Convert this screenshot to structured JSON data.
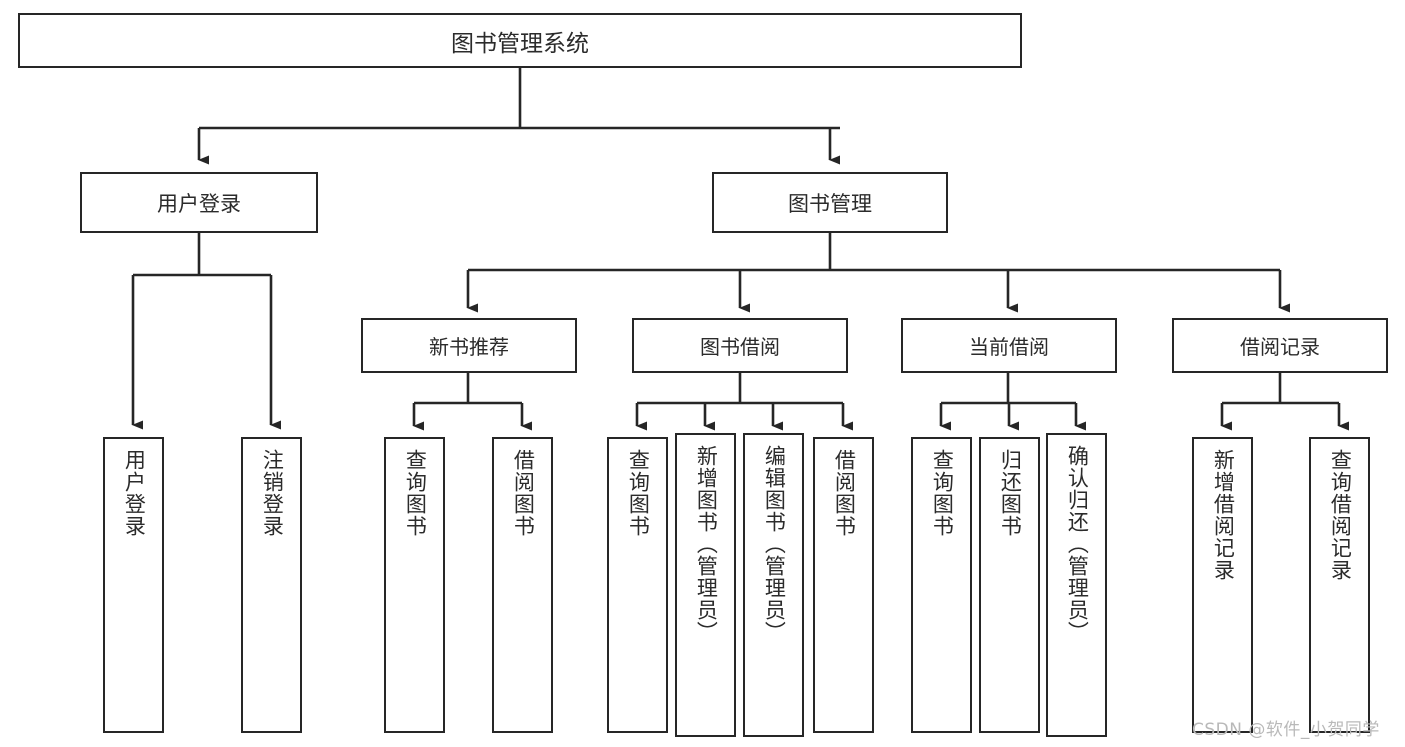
{
  "diagram": {
    "title": "图书管理系统",
    "type": "tree-hierarchy",
    "root": {
      "label": "图书管理系统"
    },
    "level2": [
      {
        "label": "用户登录"
      },
      {
        "label": "图书管理"
      }
    ],
    "level3": [
      {
        "label": "新书推荐"
      },
      {
        "label": "图书借阅"
      },
      {
        "label": "当前借阅"
      },
      {
        "label": "借阅记录"
      }
    ],
    "leaves": {
      "user_login": [
        {
          "label": "用户登录"
        },
        {
          "label": "注销登录"
        }
      ],
      "new_book_recommend": [
        {
          "label": "查询图书"
        },
        {
          "label": "借阅图书"
        }
      ],
      "book_borrow": [
        {
          "label": "查询图书"
        },
        {
          "label": "新增图书（管理员）"
        },
        {
          "label": "编辑图书（管理员）"
        },
        {
          "label": "借阅图书"
        }
      ],
      "current_borrow": [
        {
          "label": "查询图书"
        },
        {
          "label": "归还图书"
        },
        {
          "label": "确认归还（管理员）"
        }
      ],
      "borrow_records": [
        {
          "label": "新增借阅记录"
        },
        {
          "label": "查询借阅记录"
        }
      ]
    }
  },
  "watermark": {
    "text": "CSDN @软件_小贺同学"
  },
  "colors": {
    "border": "#262626",
    "text": "#2b2b2b",
    "background": "#ffffff",
    "watermark": "#b9b9b9"
  }
}
